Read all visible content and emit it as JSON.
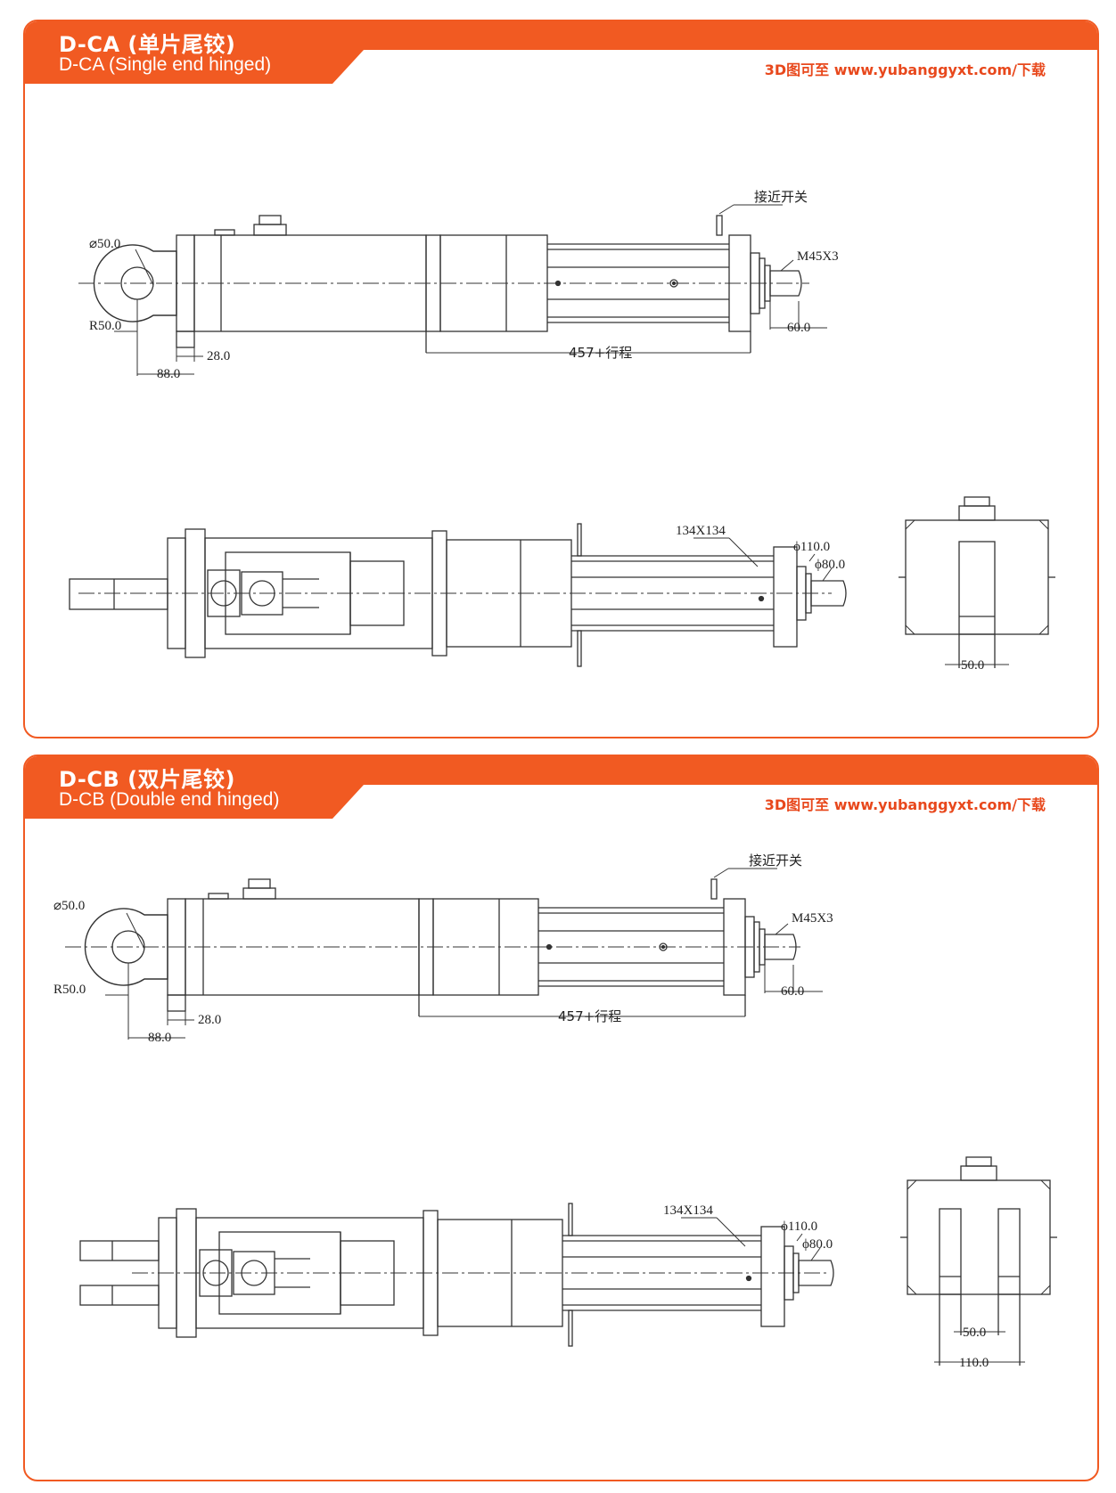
{
  "colors": {
    "accent": "#f15a22",
    "link": "#e8481c",
    "line": "#333333"
  },
  "panel_a": {
    "title_zh": "D-CA (单片尾铰)",
    "title_en": "D-CA (Single end hinged)",
    "download": "3D图可至 www.yubanggyxt.com/下载",
    "labels": {
      "proximity": "接近开关",
      "bore": "⌀50.0",
      "radius": "R50.0",
      "d28": "28.0",
      "d88": "88.0",
      "thread": "M45X3",
      "d60": "60.0",
      "stroke": "457+行程",
      "square": "134X134",
      "phi110": "ϕ110.0",
      "phi80": "ϕ80.0",
      "end50": "50.0"
    }
  },
  "panel_b": {
    "title_zh": "D-CB (双片尾铰)",
    "title_en": "D-CB (Double end hinged)",
    "download": "3D图可至 www.yubanggyxt.com/下载",
    "labels": {
      "proximity": "接近开关",
      "bore": "⌀50.0",
      "radius": "R50.0",
      "d28": "28.0",
      "d88": "88.0",
      "thread": "M45X3",
      "d60": "60.0",
      "stroke": "457+行程",
      "square": "134X134",
      "phi110": "ϕ110.0",
      "phi80": "ϕ80.0",
      "end50": "50.0",
      "end110": "110.0"
    }
  }
}
